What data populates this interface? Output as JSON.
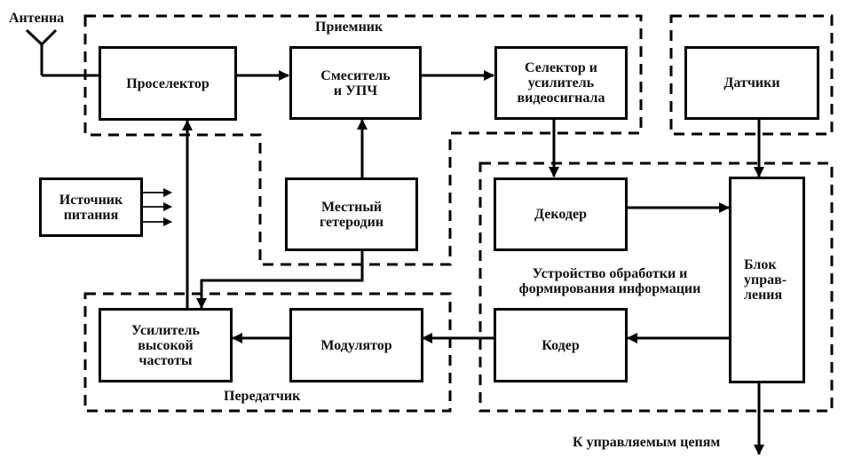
{
  "diagram": {
    "title": "",
    "groups": {
      "receiver": "Приемник",
      "transmitter": "Передатчик",
      "processing": "Устройство обработки и\nформирования информации",
      "sensors_group": ""
    },
    "blocks": {
      "preselector": "Проселектор",
      "mixer": "Смеситель\nи УПЧ",
      "video_selector": "Селектор и\nусилитель\nвидеосигнала",
      "sensors": "Датчики",
      "power_supply": "Источник\nпитания",
      "local_oscillator": "Местный\nгетеродин",
      "decoder": "Декодер",
      "control_unit": "Блок\nуправ-\nления",
      "hf_amplifier": "Усилитель\nвысокой\nчастоты",
      "modulator": "Модулятор",
      "coder": "Кодер"
    },
    "labels": {
      "antenna": "Антенна",
      "output": "К управляемым цепям"
    },
    "connections": [
      {
        "from": "antenna",
        "to": "preselector"
      },
      {
        "from": "preselector",
        "to": "mixer"
      },
      {
        "from": "mixer",
        "to": "video_selector"
      },
      {
        "from": "local_oscillator",
        "to": "mixer"
      },
      {
        "from": "local_oscillator",
        "to": "hf_amplifier"
      },
      {
        "from": "hf_amplifier",
        "to": "preselector"
      },
      {
        "from": "video_selector",
        "to": "decoder"
      },
      {
        "from": "sensors",
        "to": "control_unit"
      },
      {
        "from": "decoder",
        "to": "control_unit"
      },
      {
        "from": "control_unit",
        "to": "coder"
      },
      {
        "from": "coder",
        "to": "modulator"
      },
      {
        "from": "modulator",
        "to": "hf_amplifier"
      },
      {
        "from": "control_unit",
        "to": "output"
      },
      {
        "from": "power_supply",
        "to": "outputs (x3)"
      }
    ],
    "colors": {
      "line": "#000000",
      "background": "#ffffff",
      "text": "#111111"
    }
  }
}
